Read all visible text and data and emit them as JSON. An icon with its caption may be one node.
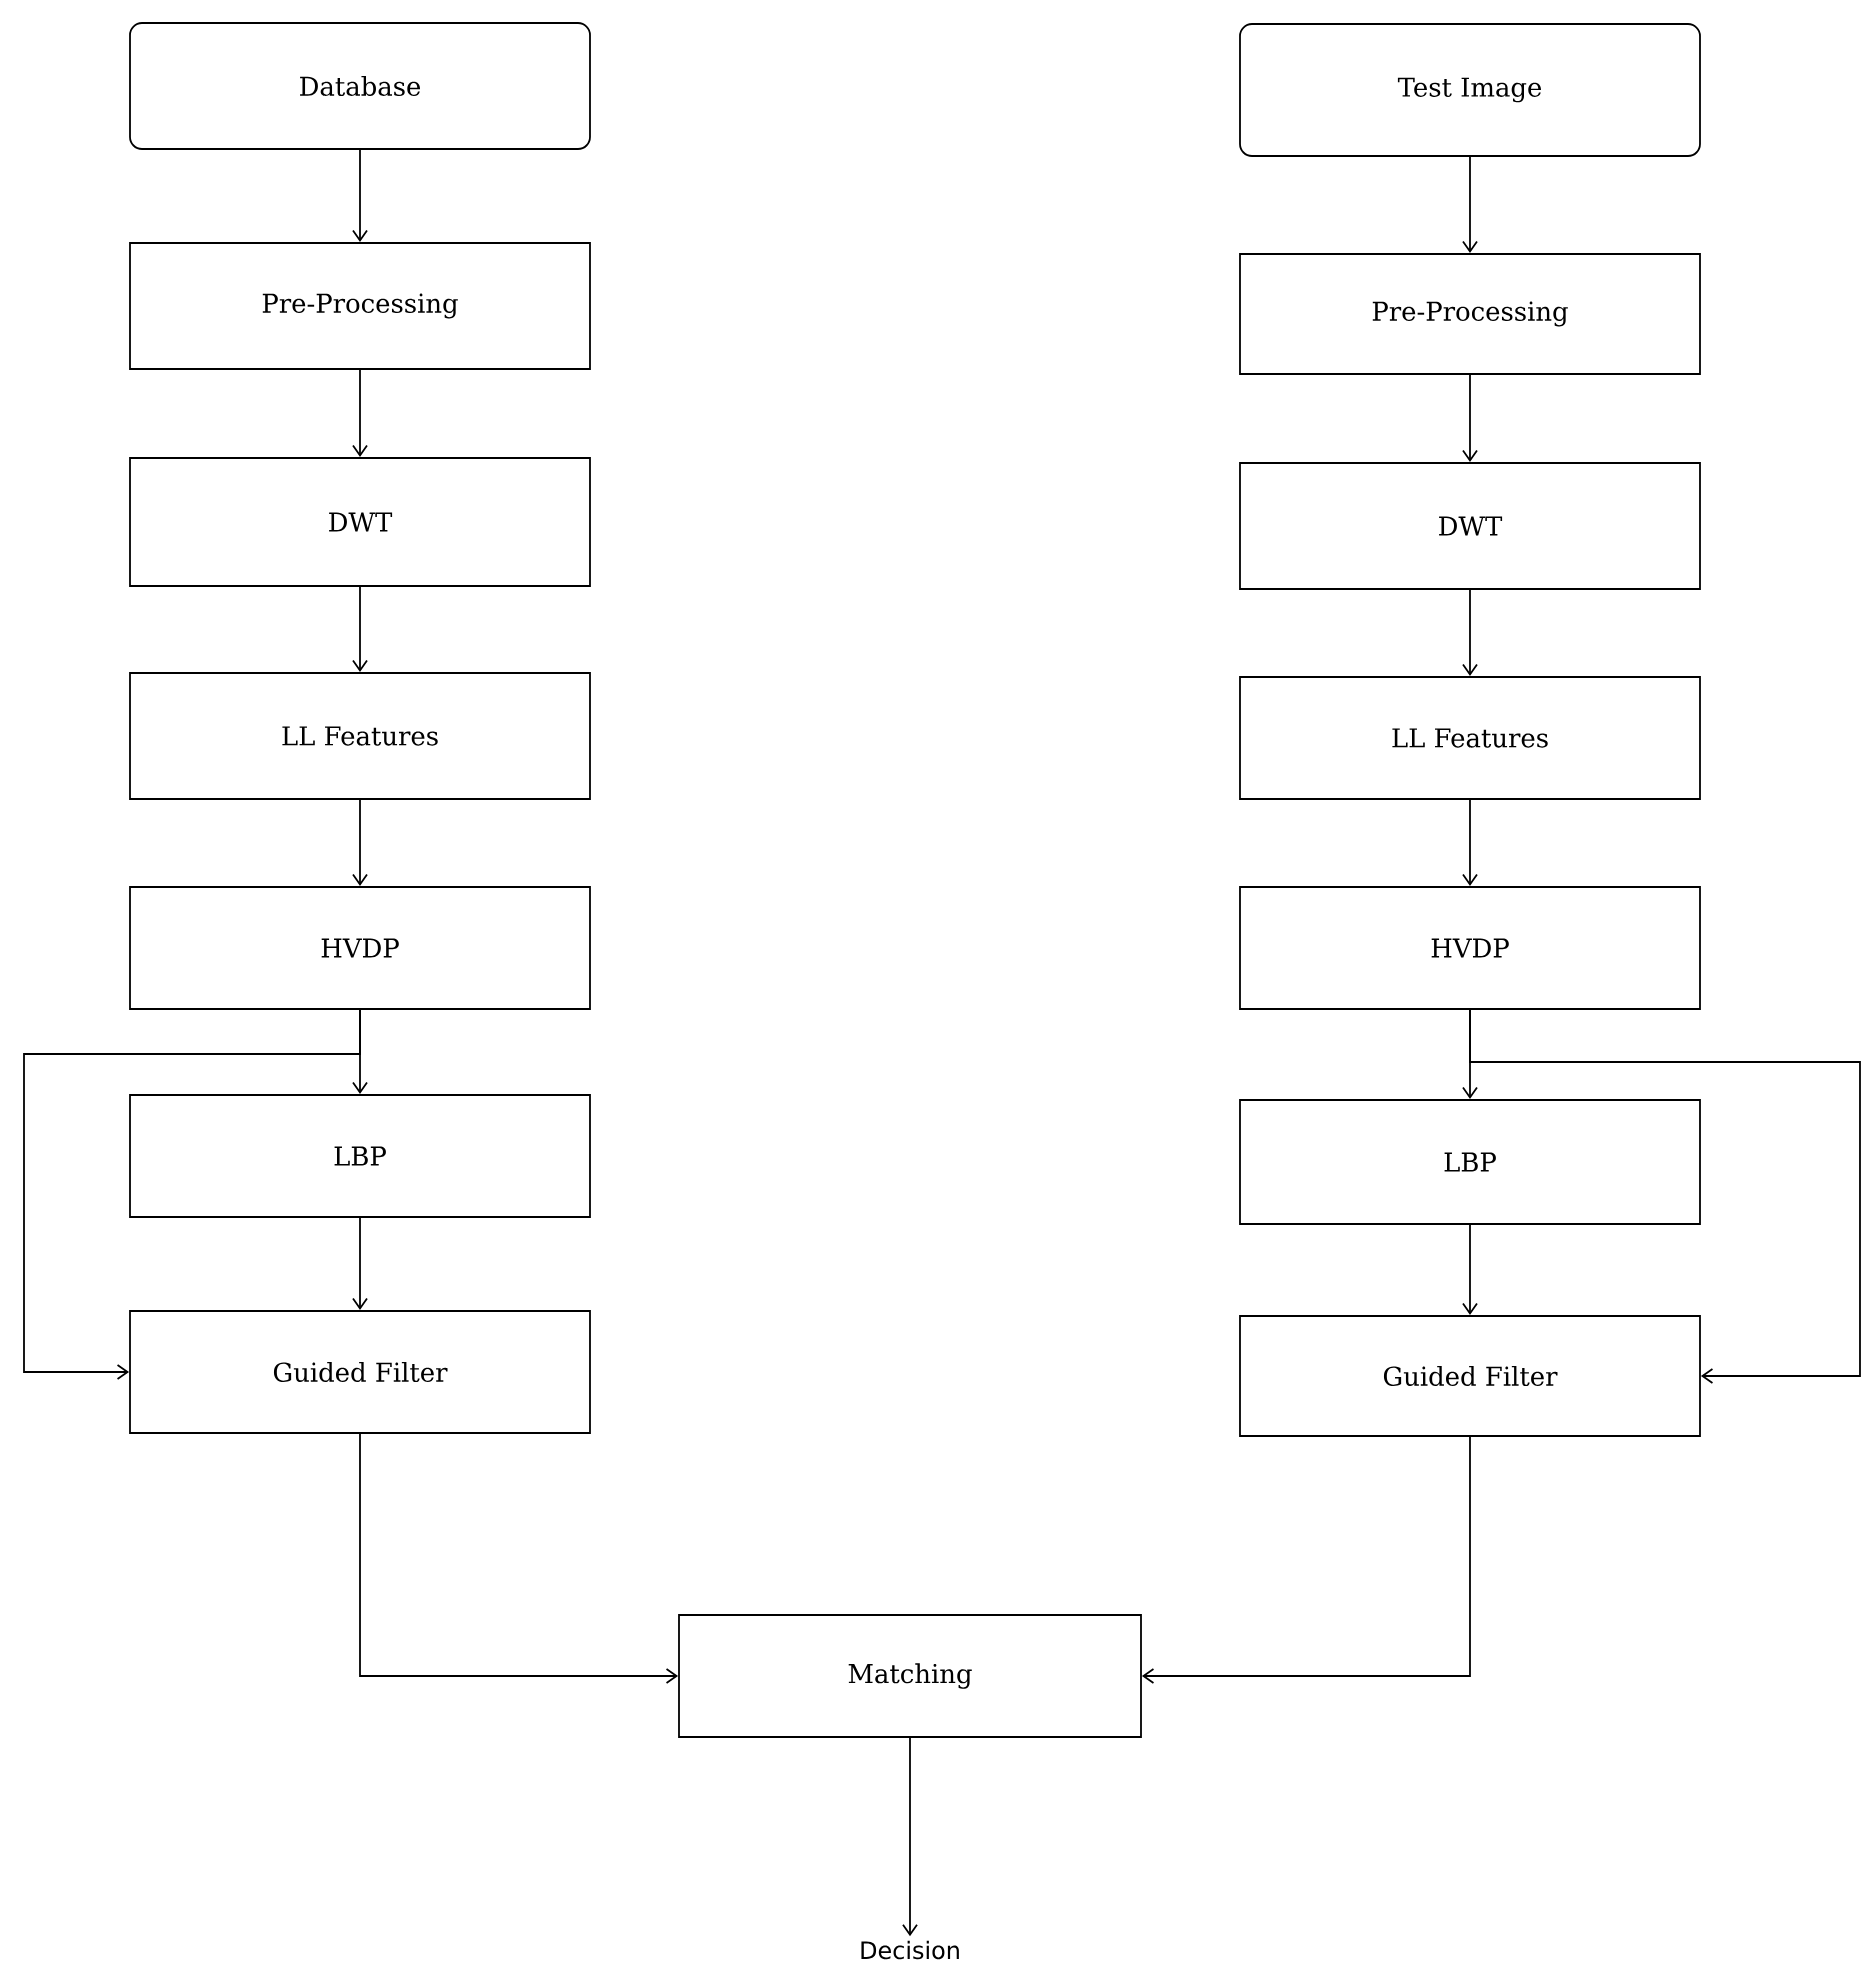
{
  "diagram": {
    "nodes": [
      {
        "text": [
          "Database"
        ]
      },
      {
        "text": [
          "Pre-Processing"
        ]
      },
      {
        "text": [
          "DWT"
        ]
      },
      {
        "text": [
          "LL Features"
        ]
      },
      {
        "text": [
          "HVDP"
        ]
      },
      {
        "text": [
          "LBP"
        ]
      },
      {
        "text": [
          "Guided Filter"
        ]
      },
      {
        "text": [
          "Test Image"
        ]
      },
      {
        "text": [
          "Pre-Processing"
        ]
      },
      {
        "text": [
          "DWT"
        ]
      },
      {
        "text": [
          "LL Features"
        ]
      },
      {
        "text": [
          "HVDP"
        ]
      },
      {
        "text": [
          "LBP"
        ]
      },
      {
        "text": [
          "Guided Filter"
        ]
      },
      {
        "text": [
          "Matching"
        ]
      },
      {
        "text": [
          "Decision"
        ]
      }
    ],
    "edges": [
      {
        "from": 0,
        "to": 1,
        "arrow": "to"
      },
      {
        "from": 1,
        "to": 2,
        "arrow": "to"
      },
      {
        "from": 2,
        "to": 3,
        "arrow": "to"
      },
      {
        "from": 3,
        "to": 4,
        "arrow": "to"
      },
      {
        "from": 4,
        "to": 5,
        "arrow": "to"
      },
      {
        "from": 4,
        "to": 6,
        "arrow": "to"
      },
      {
        "from": 5,
        "to": 6,
        "arrow": "to"
      },
      {
        "from": 7,
        "to": 8,
        "arrow": "to"
      },
      {
        "from": 8,
        "to": 9,
        "arrow": "to"
      },
      {
        "from": 9,
        "to": 10,
        "arrow": "to"
      },
      {
        "from": 10,
        "to": 11,
        "arrow": "to"
      },
      {
        "from": 11,
        "to": 12,
        "arrow": "to"
      },
      {
        "from": 11,
        "to": 13,
        "arrow": "to"
      },
      {
        "from": 12,
        "to": 13,
        "arrow": "to"
      },
      {
        "from": 6,
        "to": 14,
        "arrow": "to"
      },
      {
        "from": 13,
        "to": 14,
        "arrow": "to"
      },
      {
        "from": 14,
        "to": 15,
        "arrow": "to"
      }
    ]
  }
}
